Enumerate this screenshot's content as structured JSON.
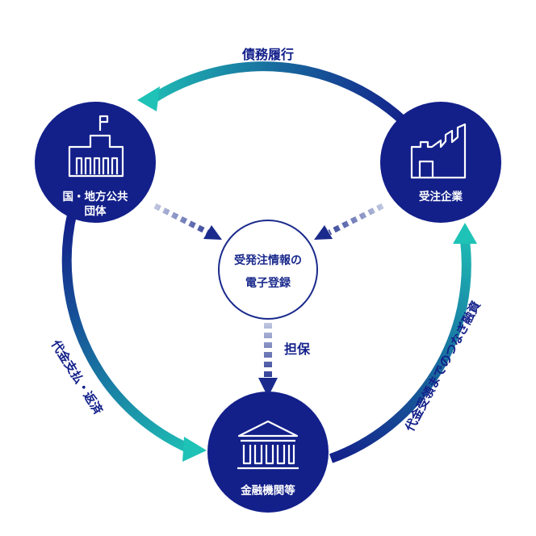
{
  "flows": {
    "top": "債務履行",
    "left": "代金支払・返済",
    "right": "代金受領までのつなぎ融資",
    "middle": "担保"
  },
  "nodes": {
    "government": {
      "line1": "国・地方公共",
      "line2": "団体",
      "icon": "government-building-icon"
    },
    "contractor": {
      "label": "受注企業",
      "icon": "factory-icon"
    },
    "registry": {
      "line1": "受発注情報の",
      "line2": "電子登録"
    },
    "bank": {
      "label": "金融機関等",
      "icon": "bank-building-icon"
    }
  },
  "colors": {
    "navy": "#13208a",
    "teal": "#1fc2b6",
    "outline": "#1a2a8c",
    "dash_light": "#c5cbe3"
  }
}
